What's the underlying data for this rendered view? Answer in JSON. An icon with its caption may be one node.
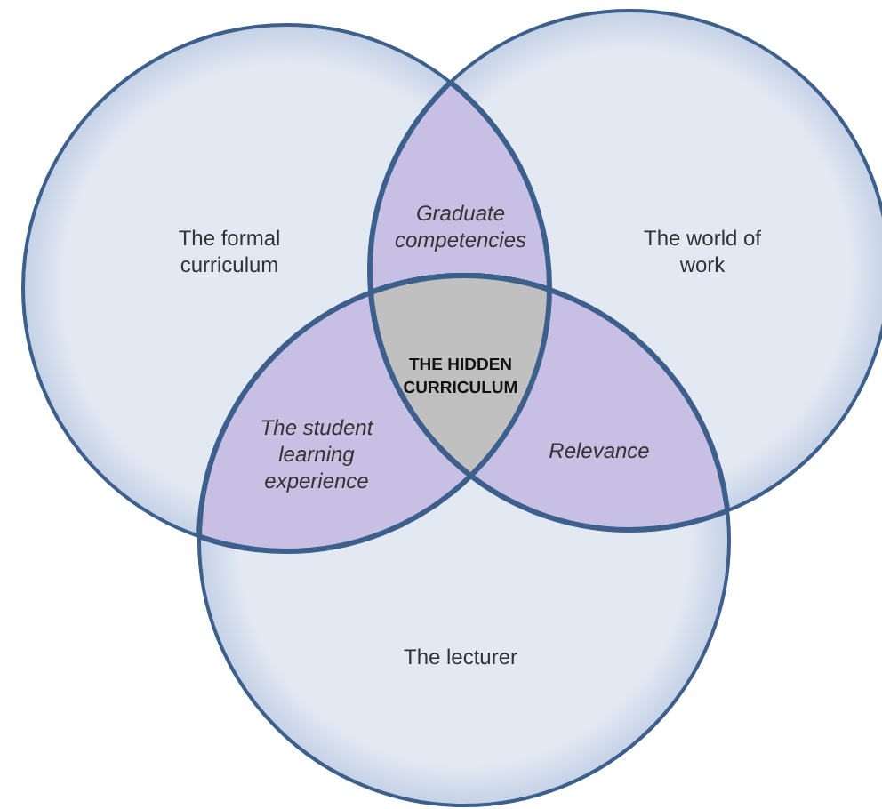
{
  "diagram": {
    "nodes": [
      {
        "text": [
          "The formal curriculum"
        ]
      },
      {
        "text": [
          "The world of work"
        ]
      },
      {
        "text": [
          "The lecturer"
        ]
      },
      {
        "text": [
          "Graduate competencies"
        ]
      },
      {
        "text": [
          "The student learning experience"
        ]
      },
      {
        "text": [
          "Relevance"
        ]
      },
      {
        "text": [
          "THE HIDDEN CURRICULUM"
        ]
      }
    ],
    "edges": []
  }
}
